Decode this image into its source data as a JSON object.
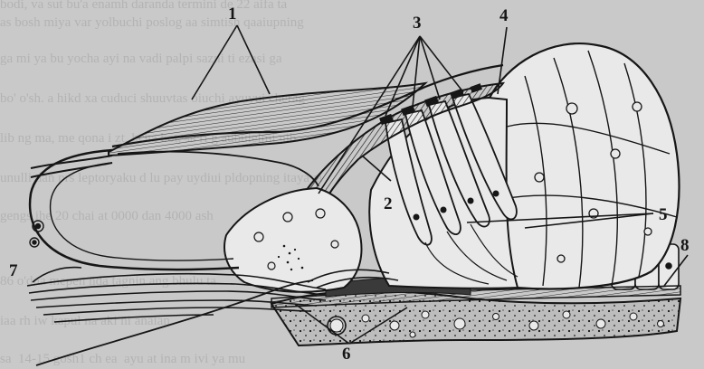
{
  "background_text": [
    "bodi, va sut bu'a enamh daranda termini de 22 aifa ta",
    "as bosh miya var yolbuchi poslog aa simtish qaaiupning",
    "ga mi ya bu yocha ayi na vadi palpi sazni ti ezasi ga",
    "bo' o'sh. a hikd xa cuduci shuuvtas oiuchi ayuvui cherag",
    "lib ng ma, me qona i zt, hcha bot, sa ri g aubulelmi nib",
    "unulli dan prs leptoryaku d lu pay uydiui pldopning itayaya",
    "gengs ihe 20 chai at 0000 dan 4000 ash",
    "",
    "86 o'dna mepen nda tagnin ang bhulu ta",
    "iaa rh iw kapul na aki ni anaian",
    "sa  14-15 gosh1 ch ea  ayu at ina m ivi ya mu"
  ],
  "callouts": [
    "1",
    "2",
    "3",
    "4",
    "5",
    "6",
    "7",
    "8"
  ],
  "colors": {
    "ink": "#161616",
    "paper": "#c9c9c9",
    "tissue_light": "#e9e9e9",
    "tissue_mid": "#bdbdbd",
    "tissue_dark": "#5a5a5a"
  }
}
